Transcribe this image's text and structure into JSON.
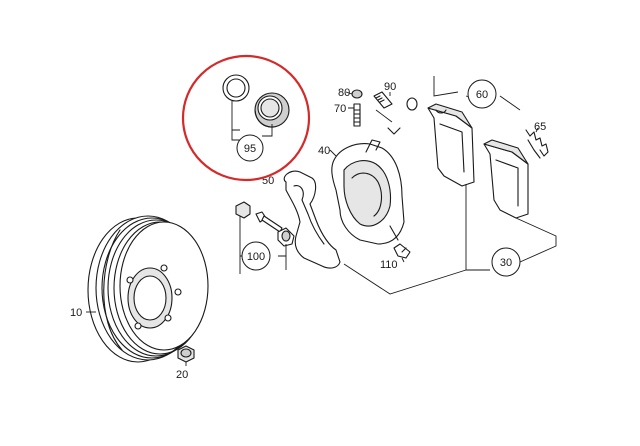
{
  "colors": {
    "highlight": "#d42a2a",
    "line": "#1a1a1a"
  },
  "labels": {
    "p10": "10",
    "p20": "20",
    "p30": "30",
    "p40": "40",
    "p50": "50",
    "p60": "60",
    "p65": "65",
    "p70": "70",
    "p80": "80",
    "p90": "90",
    "p95": "95",
    "p100": "100",
    "p110": "110"
  }
}
